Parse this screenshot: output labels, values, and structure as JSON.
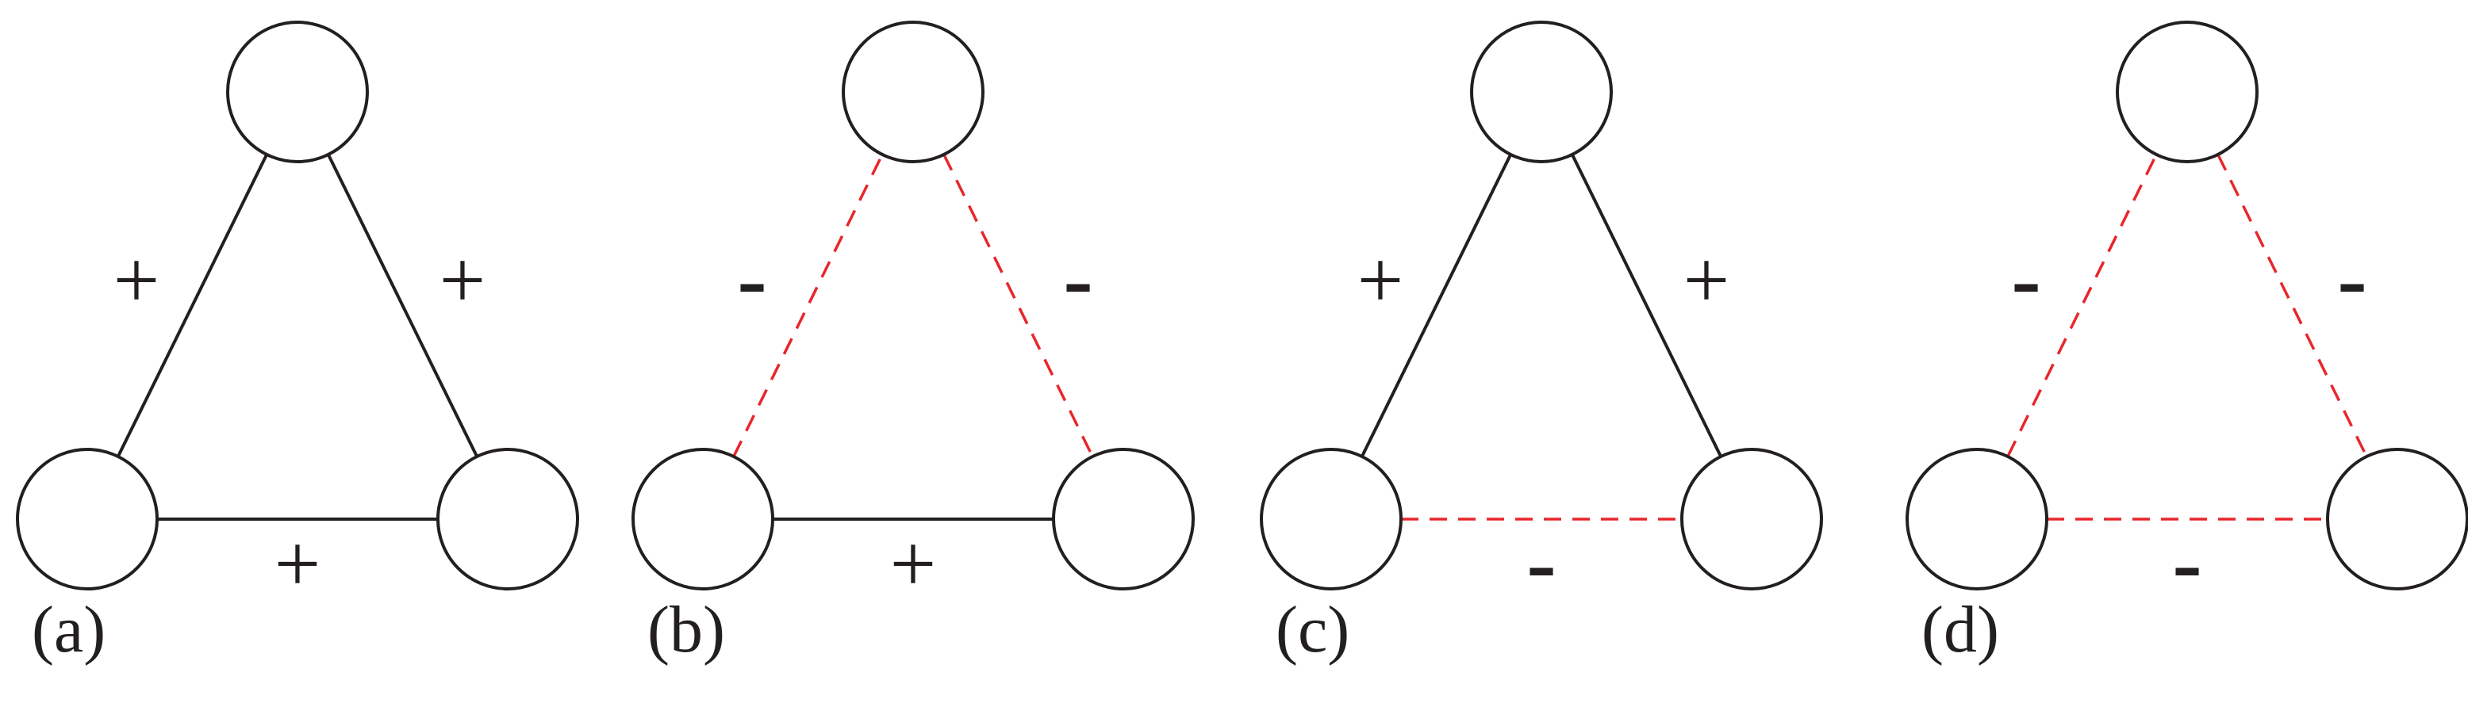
{
  "colors": {
    "positive_edge": "#231f20",
    "negative_edge": "#e8262b",
    "node_stroke": "#231f20",
    "text": "#231f20"
  },
  "panels": [
    {
      "id": "a",
      "label": "(a)",
      "edges": {
        "left": "+",
        "right": "+",
        "bottom": "+"
      }
    },
    {
      "id": "b",
      "label": "(b)",
      "edges": {
        "left": "-",
        "right": "-",
        "bottom": "+"
      }
    },
    {
      "id": "c",
      "label": "(c)",
      "edges": {
        "left": "+",
        "right": "+",
        "bottom": "-"
      }
    },
    {
      "id": "d",
      "label": "(d)",
      "edges": {
        "left": "-",
        "right": "-",
        "bottom": "-"
      }
    }
  ]
}
